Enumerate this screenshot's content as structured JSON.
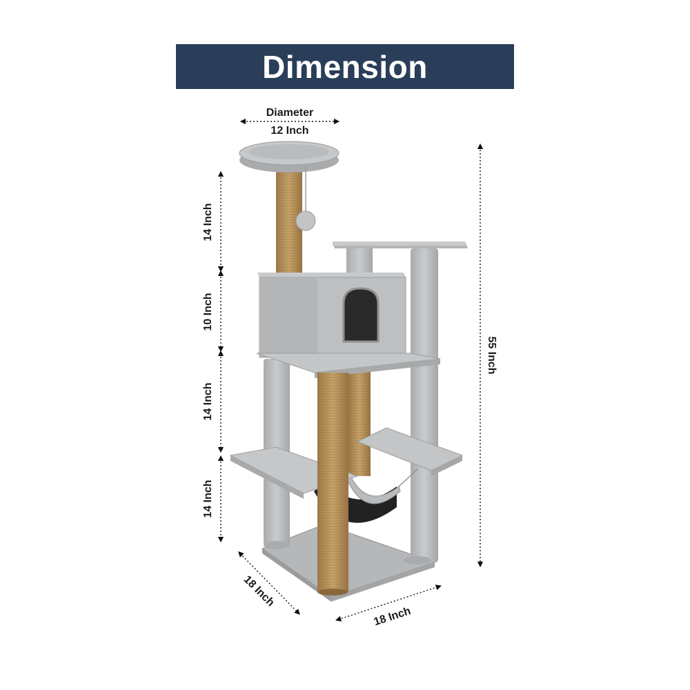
{
  "banner": {
    "title": "Dimension",
    "background_color": "#2b3e59",
    "text_color": "#ffffff"
  },
  "dimensions": {
    "diameter_label": "Diameter",
    "diameter_value": "12 Inch",
    "total_height": "55 Inch",
    "segment_top": "14 Inch",
    "segment_condo": "10 Inch",
    "segment_middle": "14 Inch",
    "segment_bottom": "14 Inch",
    "base_depth": "18 Inch",
    "base_width": "18 Inch"
  },
  "colors": {
    "plush": "#bfc1c3",
    "plush_shadow": "#9a9c9e",
    "sisal": "#b8935c",
    "hammock": "#222222",
    "arrow": "#111111"
  }
}
